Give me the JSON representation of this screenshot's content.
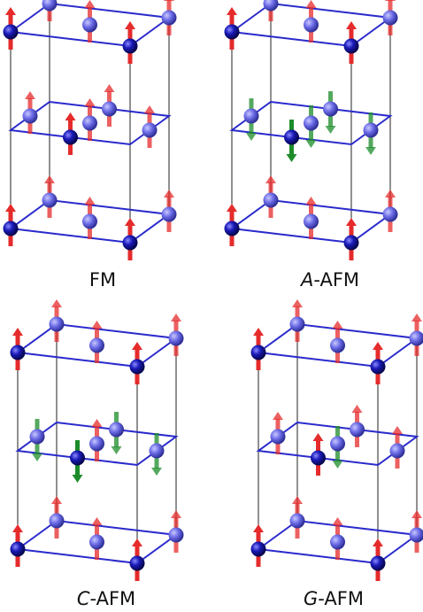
{
  "panels": [
    {
      "label_italic": "",
      "label_rest": "FM",
      "order": "FM"
    },
    {
      "label_italic": "A",
      "label_rest": "-AFM",
      "order": "A"
    },
    {
      "label_italic": "C",
      "label_rest": "-AFM",
      "order": "C"
    },
    {
      "label_italic": "G",
      "label_rest": "-AFM",
      "order": "G"
    }
  ],
  "colors": {
    "cell_edge": "#2a2acc",
    "axis_line": "#222222",
    "atom_dark": "#10109a",
    "atom_light": "#6d6de8",
    "spin_up": "#e52b2b",
    "spin_down": "#1c8c2a"
  },
  "icons": {
    "atom": "blue-sphere",
    "spin_up": "red-arrow-up",
    "spin_down": "green-arrow-down"
  }
}
